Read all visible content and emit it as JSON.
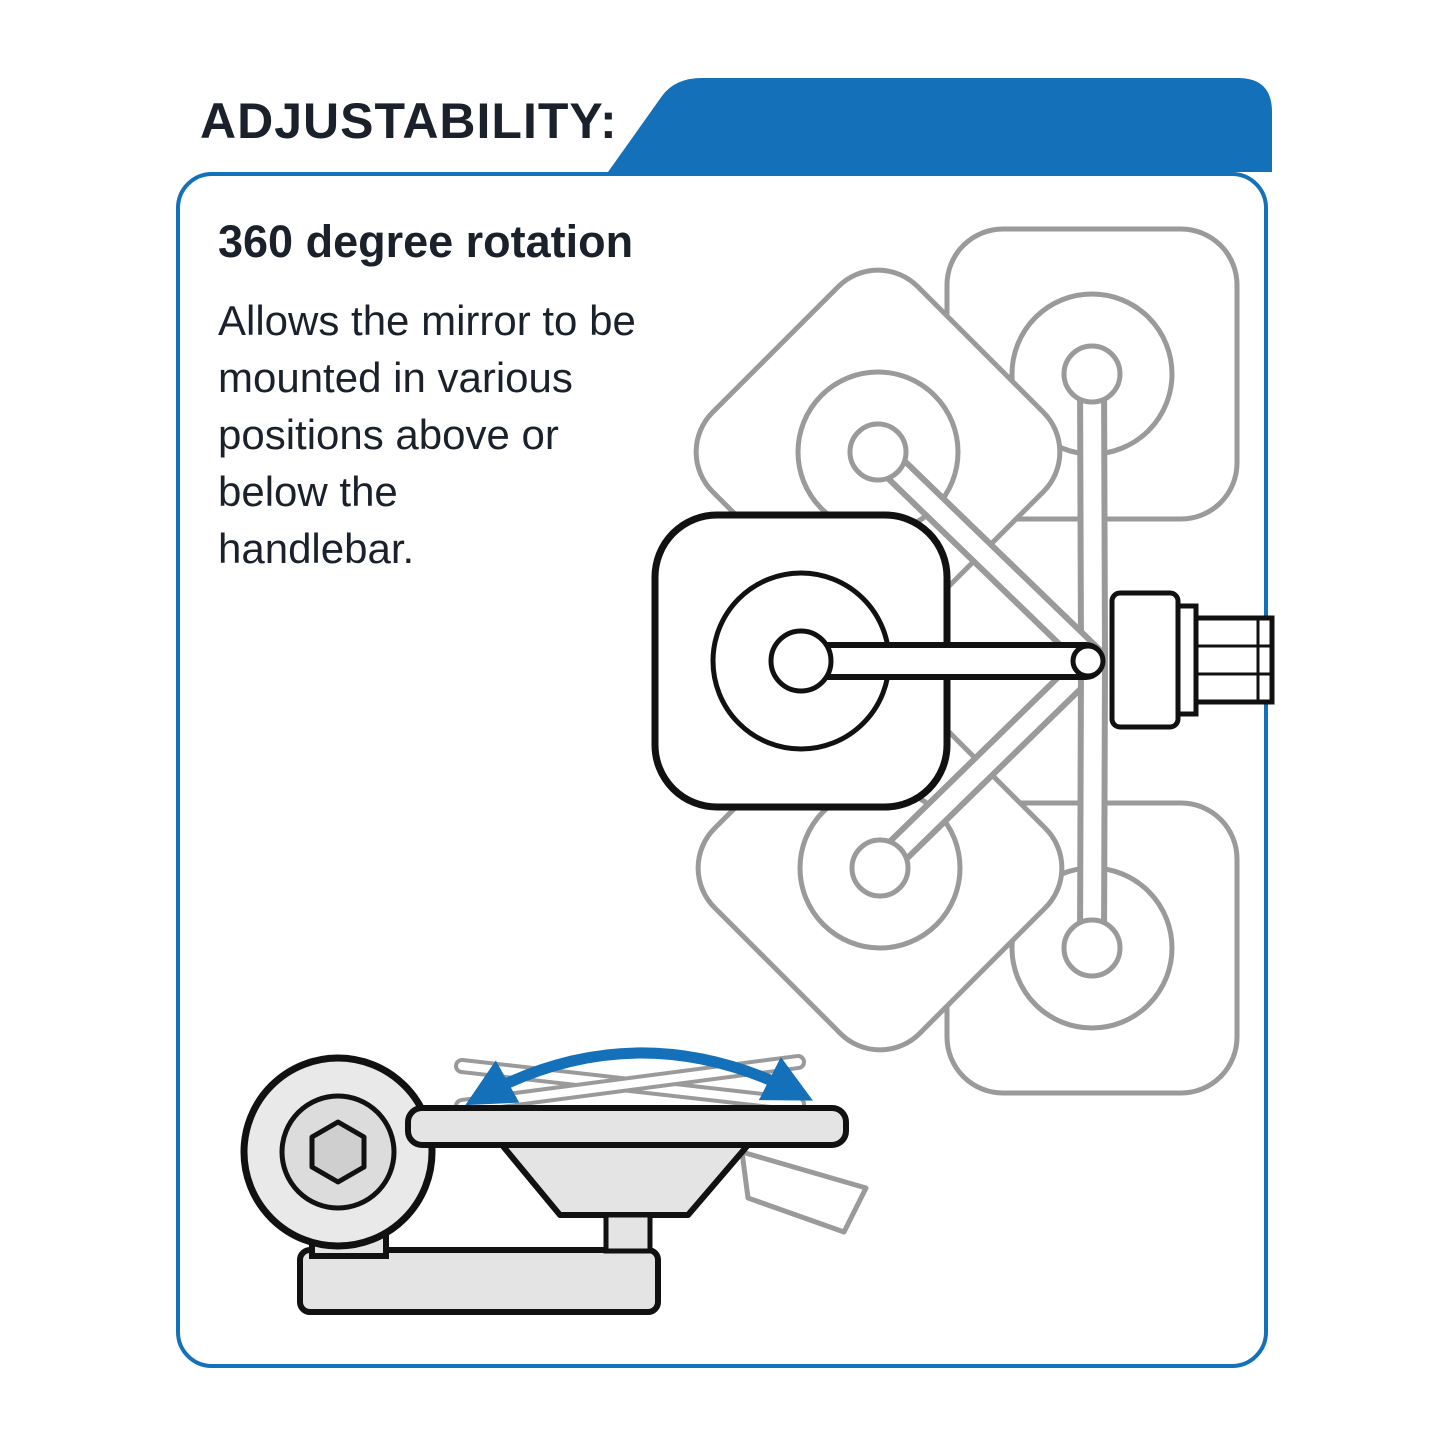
{
  "header": {
    "title": "ADJUSTABILITY:"
  },
  "panel": {
    "heading": "360 degree rotation",
    "body_lines": [
      "Allows the mirror to be",
      "mounted in various",
      "positions above or",
      "below the",
      "handlebar."
    ]
  },
  "diagram": {
    "main_view": "mirror-rotation-positions-top-view",
    "side_view": "clamp-rotation-side-view"
  },
  "colors": {
    "accent_blue": "#1470b8",
    "text_dark": "#1a212b",
    "ghost_gray": "#9a9a9a",
    "outline_black": "#111111",
    "fill_gray": "#e4e4e4",
    "background": "#ffffff"
  }
}
